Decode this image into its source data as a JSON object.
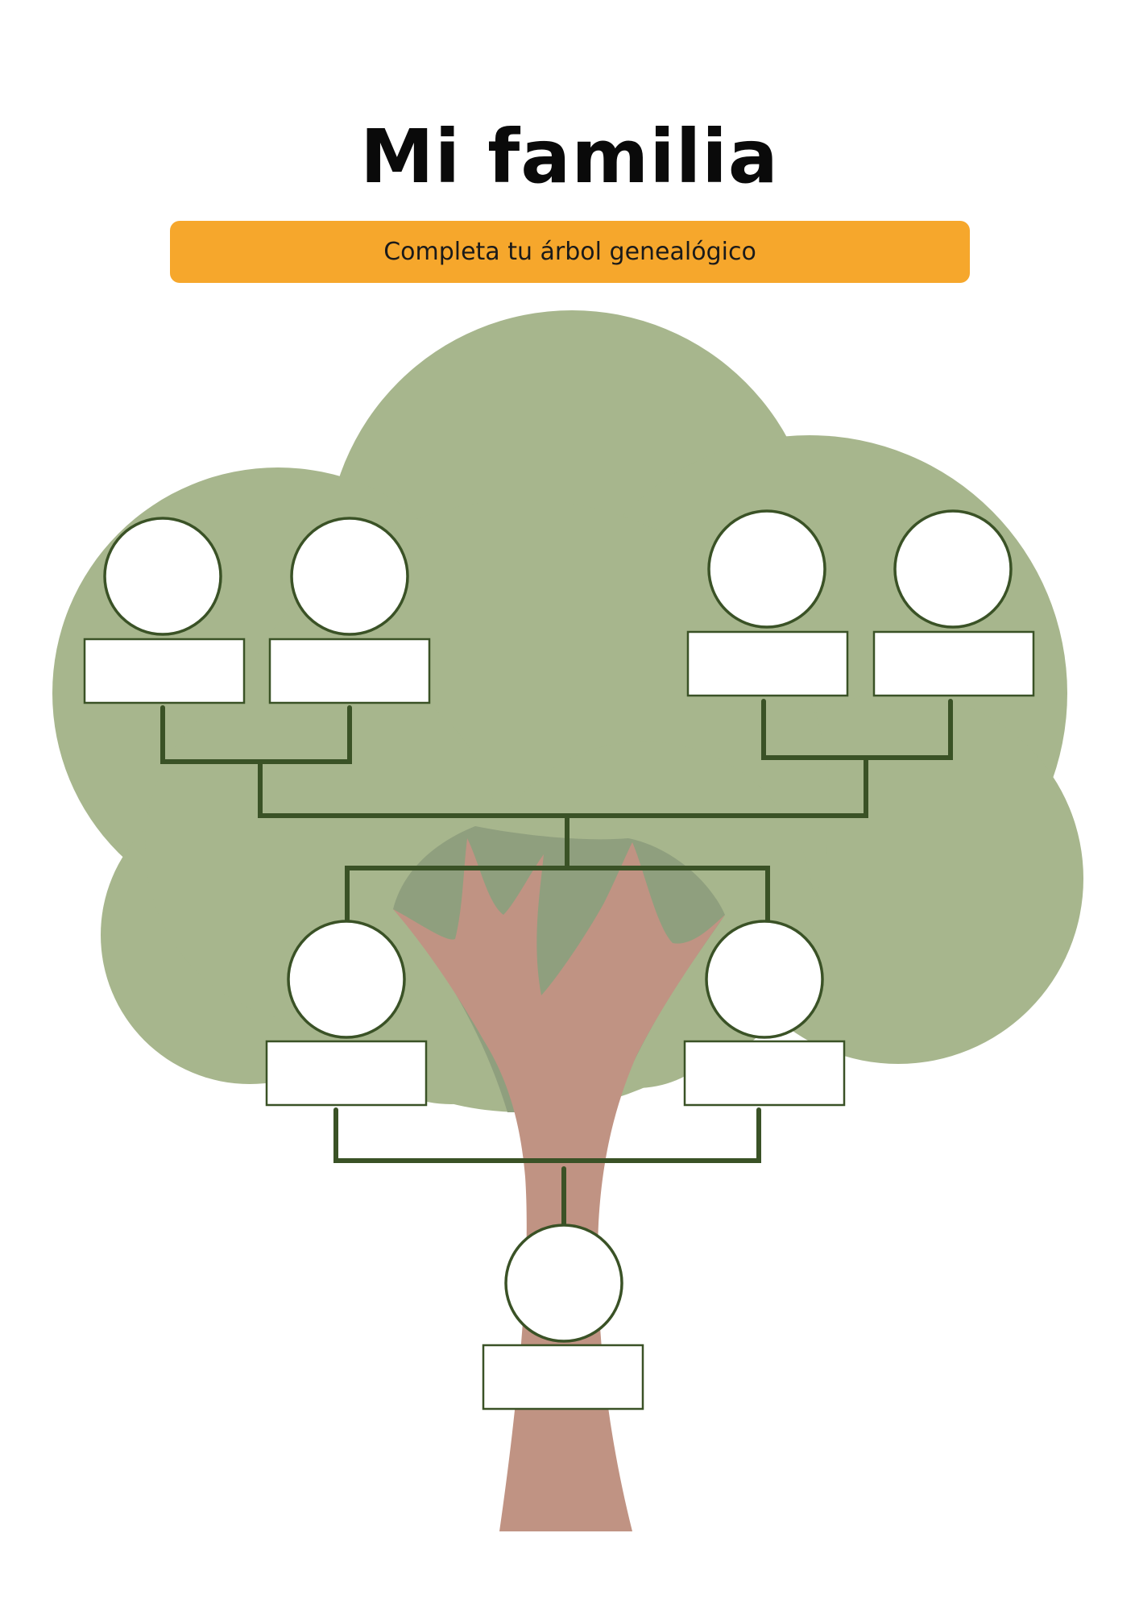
{
  "page": {
    "title": "Mi familia",
    "subtitle": "Completa tu árbol genealógico"
  },
  "colors": {
    "canopy": "#a7b68d",
    "canopy_shadow": "#8f9f7e",
    "trunk": "#c09383",
    "lines": "#3a5226",
    "banner": "#f6a72c",
    "title": "#0a0a0a"
  },
  "tree": {
    "members": [
      {
        "id": "grandparent-1",
        "photo": "",
        "name": ""
      },
      {
        "id": "grandparent-2",
        "photo": "",
        "name": ""
      },
      {
        "id": "grandparent-3",
        "photo": "",
        "name": ""
      },
      {
        "id": "grandparent-4",
        "photo": "",
        "name": ""
      },
      {
        "id": "parent-1",
        "photo": "",
        "name": ""
      },
      {
        "id": "parent-2",
        "photo": "",
        "name": ""
      },
      {
        "id": "me",
        "photo": "",
        "name": ""
      }
    ]
  }
}
